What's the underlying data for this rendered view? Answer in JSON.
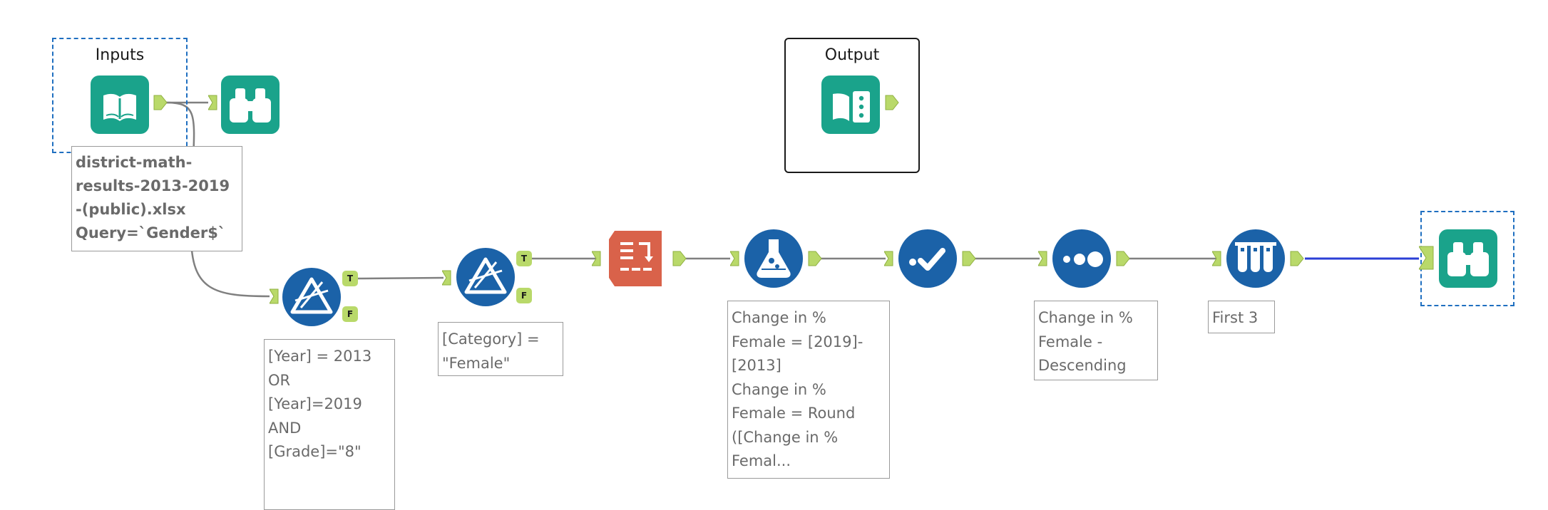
{
  "containers": {
    "inputs_title": "Inputs",
    "output_title": "Output"
  },
  "tools": [
    {
      "id": "input-data",
      "name": "Input Data",
      "icon": "book-open-icon",
      "color": "#1aa38b"
    },
    {
      "id": "browse-1",
      "name": "Browse",
      "icon": "binoculars-icon",
      "color": "#1aa38b"
    },
    {
      "id": "output-data",
      "name": "Output Data",
      "icon": "book-output-icon",
      "color": "#1aa38b"
    },
    {
      "id": "filter-1",
      "name": "Filter",
      "icon": "filter-triangle-icon",
      "color": "#1b62a8"
    },
    {
      "id": "filter-2",
      "name": "Filter",
      "icon": "filter-triangle-icon",
      "color": "#1b62a8"
    },
    {
      "id": "cross-tab",
      "name": "Cross Tab",
      "icon": "crosstab-icon",
      "color": "#d9624a"
    },
    {
      "id": "formula",
      "name": "Formula",
      "icon": "flask-icon",
      "color": "#1b62a8"
    },
    {
      "id": "select",
      "name": "Select",
      "icon": "checkmark-icon",
      "color": "#1b62a8"
    },
    {
      "id": "sort",
      "name": "Sort",
      "icon": "dots-icon",
      "color": "#1b62a8"
    },
    {
      "id": "sample",
      "name": "Sample",
      "icon": "test-tubes-icon",
      "color": "#1b62a8"
    },
    {
      "id": "browse-2",
      "name": "Browse",
      "icon": "binoculars-icon",
      "color": "#1aa38b"
    }
  ],
  "anchors": {
    "true_label": "T",
    "false_label": "F"
  },
  "annotations": {
    "input": "district-math-\nresults-2013-2019\n-(public).xlsx\nQuery=`Gender$`",
    "filter_1": "[Year] = 2013\nOR\n[Year]=2019\nAND\n[Grade]=\"8\"",
    "filter_2": "[Category] =\n\"Female\"",
    "formula": "Change in %\nFemale = [2019]-\n[2013]\nChange in %\nFemale = Round\n([Change in %\nFemal...",
    "sort": "Change in %\nFemale -\nDescending",
    "sample": "First 3"
  },
  "colors": {
    "connector": "#808080",
    "selected_connector": "#2b3fd6",
    "anchor_green": "#b9d96a",
    "selection_dash": "#1f6fc0"
  }
}
